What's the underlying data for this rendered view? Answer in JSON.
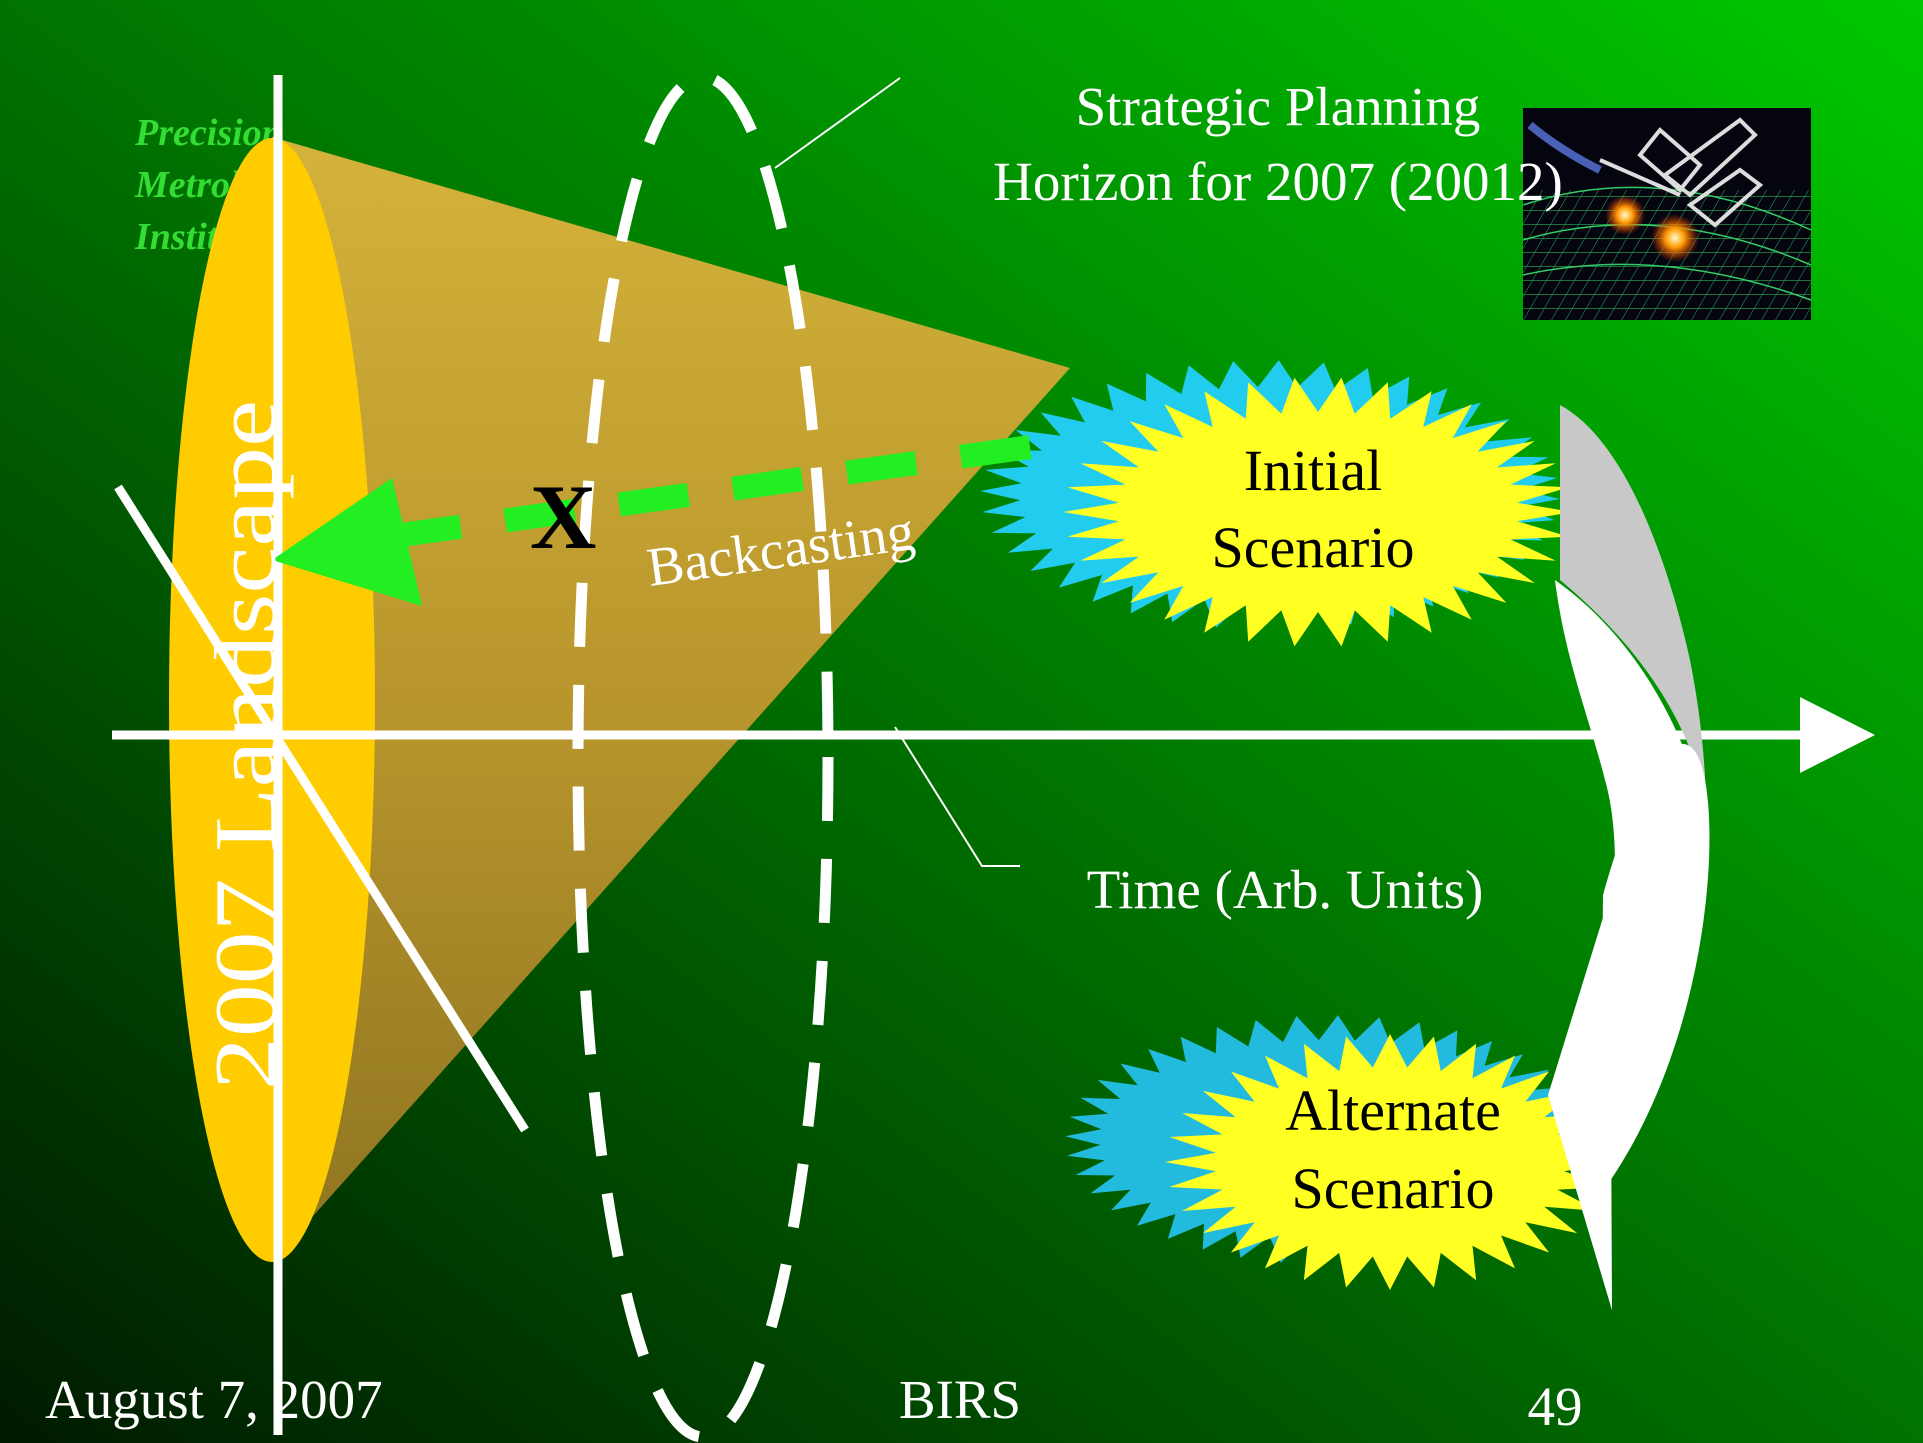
{
  "slide": {
    "logo_lines": [
      "Precision",
      "Metrology",
      "Institute"
    ],
    "horizon_title_line1": "Strategic Planning",
    "horizon_title_line2": "Horizon for 2007 (20012)",
    "landscape_label": "2007 Landscape",
    "x_mark": "X",
    "backcasting_label": "Backcasting",
    "initial_scenario_line1": "Initial",
    "initial_scenario_line2": "Scenario",
    "alternate_scenario_line1": "Alternate",
    "alternate_scenario_line2": "Scenario",
    "time_axis_label": "Time (Arb. Units)",
    "footer_date": "August 7, 2007",
    "footer_center": "BIRS",
    "footer_page": "49"
  },
  "colors": {
    "background_dark": "#003000",
    "background_bright": "#00c000",
    "cone": "#b89a2c",
    "cone_base": "#ffcc00",
    "arrow_green": "#22ee22",
    "burst_yellow": "#ffff22",
    "burst_cyan": "#22ccee",
    "axis_white": "#ffffff",
    "logo_green": "#33dd33"
  },
  "icons": {
    "corner_image": "wireframe-spacecraft-image"
  }
}
